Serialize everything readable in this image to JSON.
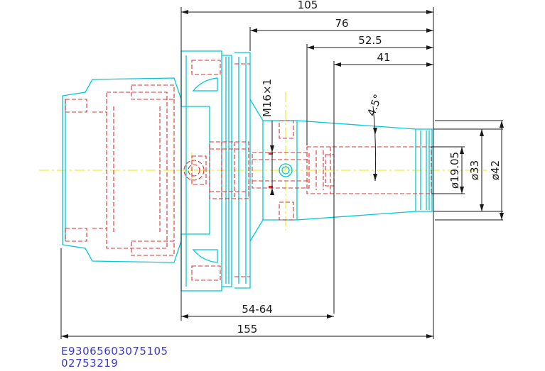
{
  "dimensions": {
    "overall_length": "155",
    "from_flange": "105",
    "to_taper": "76",
    "to_bore": "52.5",
    "bore_depth": "41",
    "gauge_range": "54-64",
    "taper_angle": "4.5°",
    "thread": "M16×1",
    "dia_bore": "ø19.05",
    "dia_small": "ø33",
    "dia_large": "ø42"
  },
  "footer": {
    "code_1": "E93065603075105",
    "code_2": "02753219"
  },
  "colors": {
    "outline": "#00c8d8",
    "hidden": "#e03030",
    "centerline": "#e8e800",
    "dimension": "#000000",
    "text_code": "#3a3ad8"
  }
}
